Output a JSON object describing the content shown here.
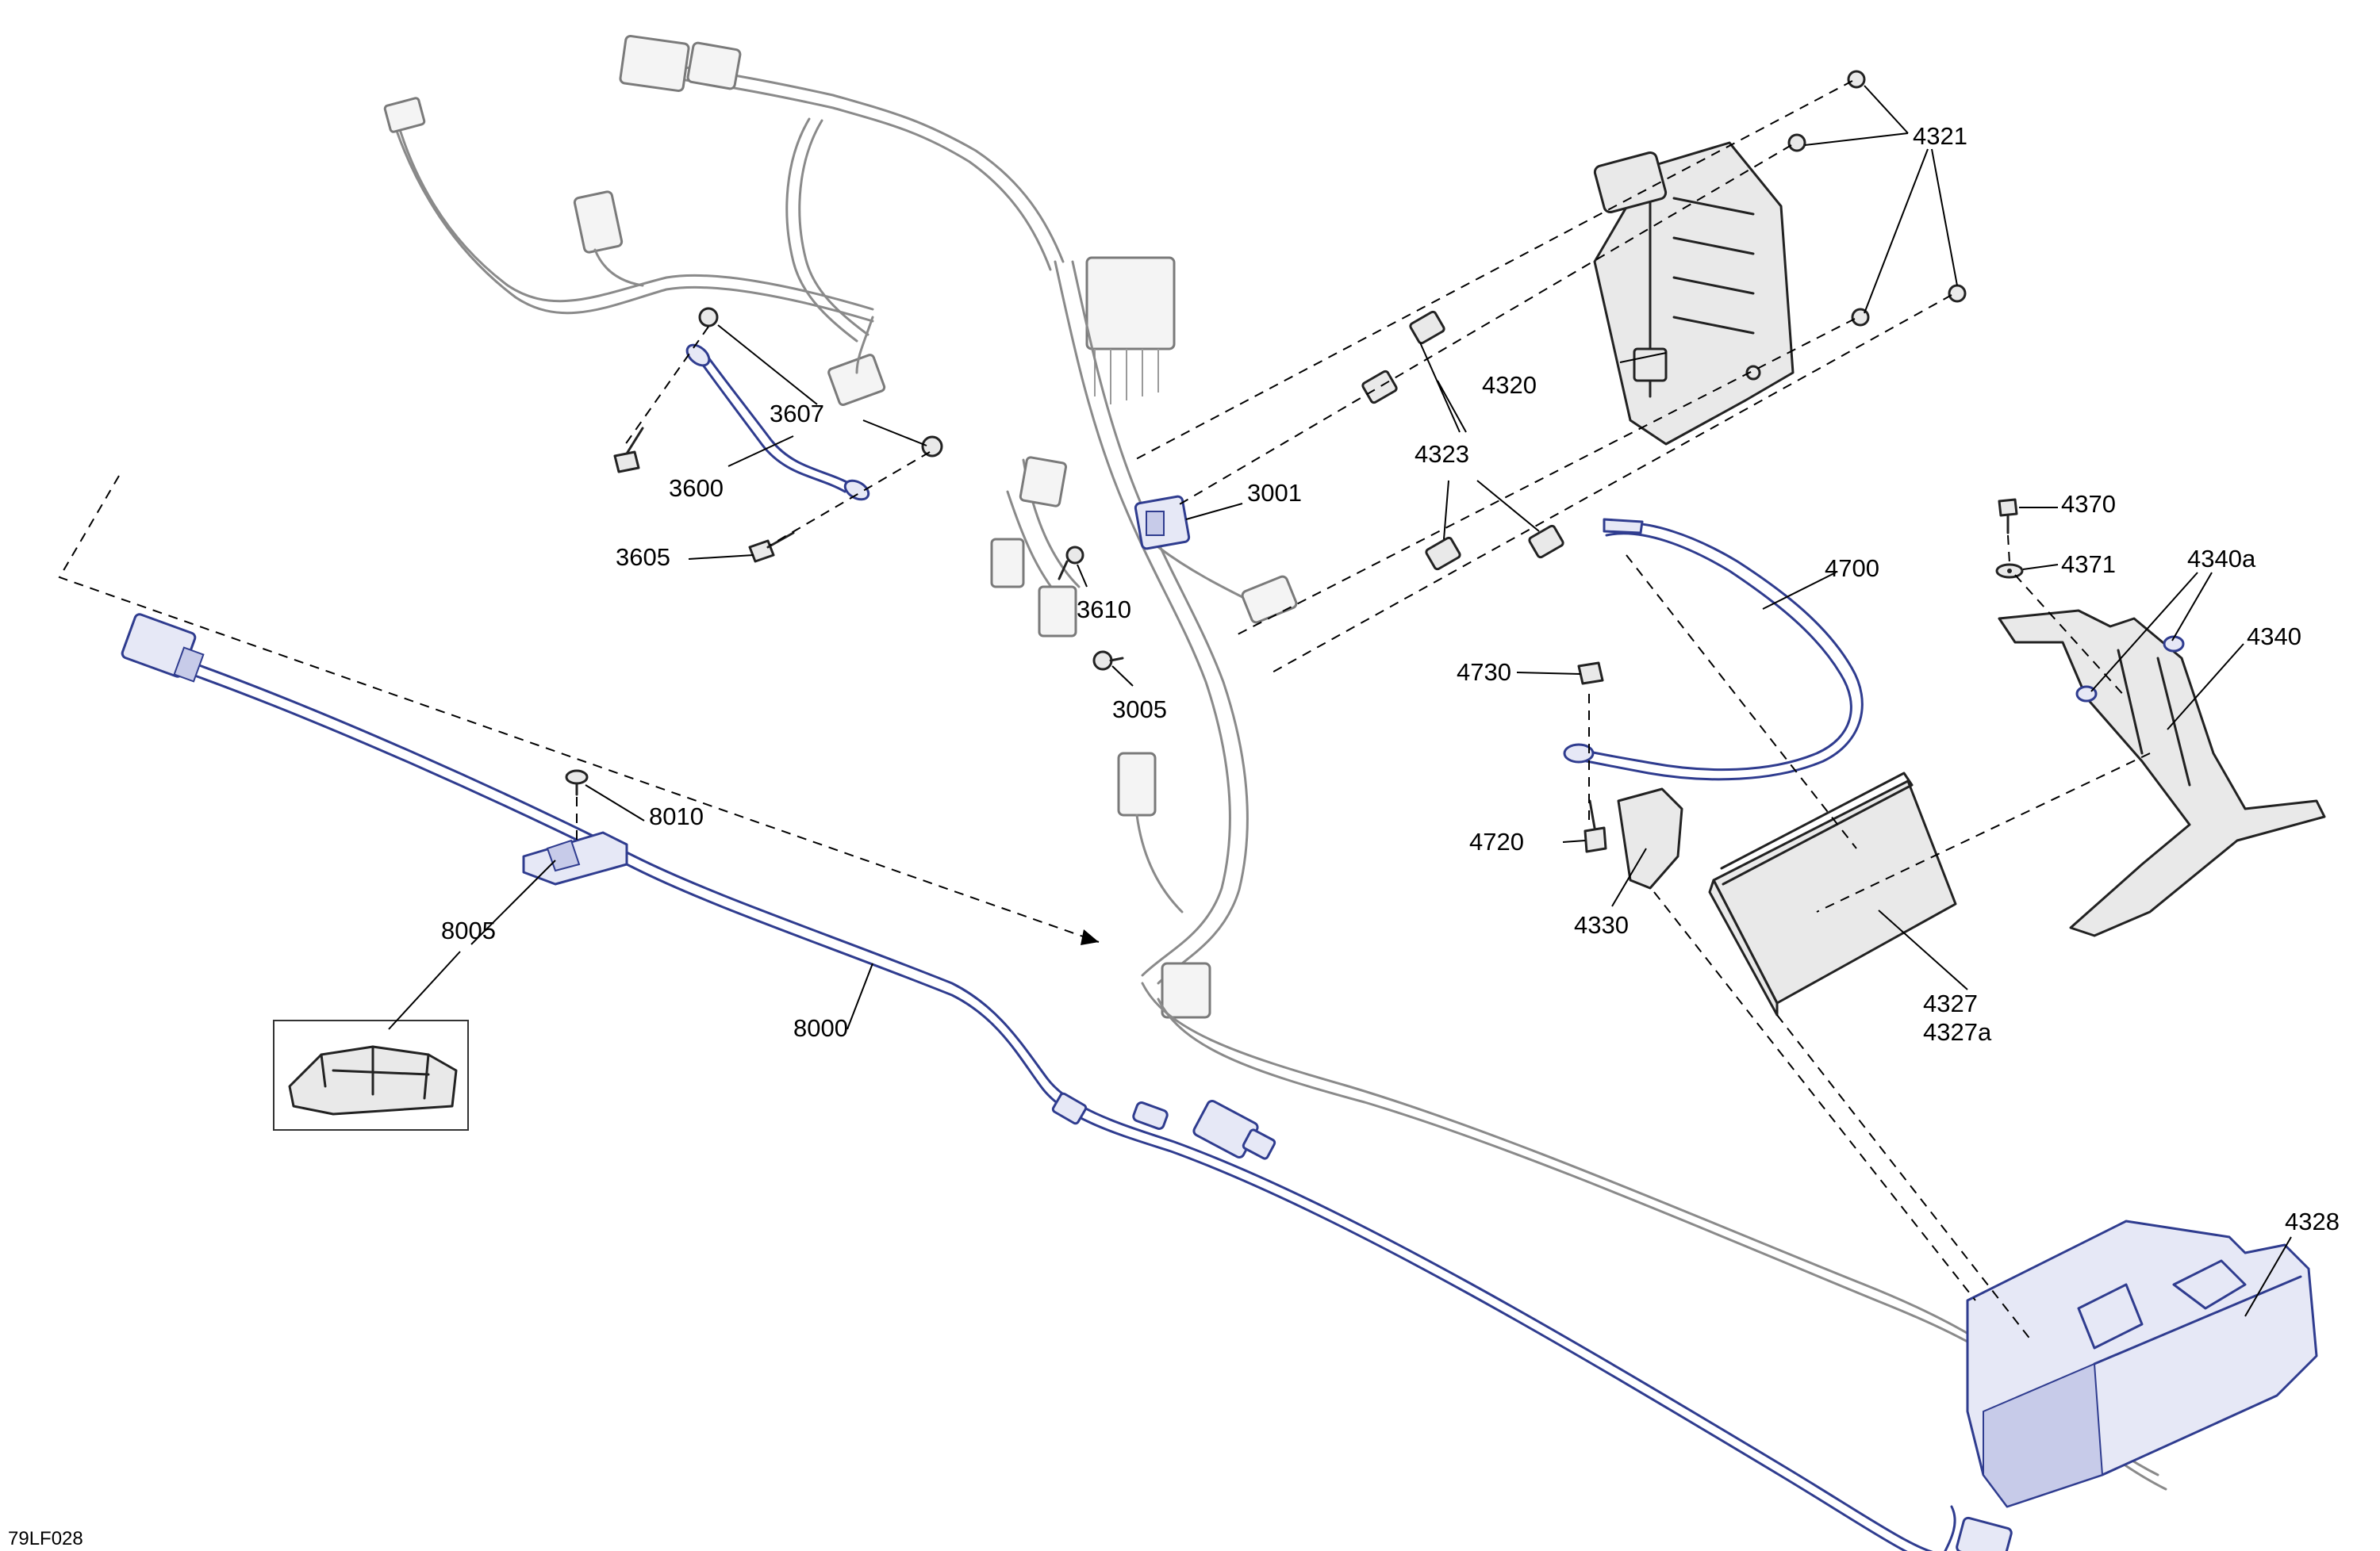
{
  "figure_code": "79LF028",
  "callouts": [
    {
      "id": "c4321",
      "text": "4321"
    },
    {
      "id": "c4320",
      "text": "4320"
    },
    {
      "id": "c4323",
      "text": "4323"
    },
    {
      "id": "c3607",
      "text": "3607"
    },
    {
      "id": "c3600",
      "text": "3600"
    },
    {
      "id": "c3605",
      "text": "3605"
    },
    {
      "id": "c3001",
      "text": "3001"
    },
    {
      "id": "c3610",
      "text": "3610"
    },
    {
      "id": "c3005",
      "text": "3005"
    },
    {
      "id": "c4370",
      "text": "4370"
    },
    {
      "id": "c4371",
      "text": "4371"
    },
    {
      "id": "c4340a",
      "text": "4340a"
    },
    {
      "id": "c4340",
      "text": "4340"
    },
    {
      "id": "c4700",
      "text": "4700"
    },
    {
      "id": "c4730",
      "text": "4730"
    },
    {
      "id": "c4720",
      "text": "4720"
    },
    {
      "id": "c4330",
      "text": "4330"
    },
    {
      "id": "c4327",
      "text": "4327"
    },
    {
      "id": "c4327a",
      "text": "4327a"
    },
    {
      "id": "c4328",
      "text": "4328"
    },
    {
      "id": "c8010",
      "text": "8010"
    },
    {
      "id": "c8005",
      "text": "8005"
    },
    {
      "id": "c8000",
      "text": "8000"
    }
  ]
}
